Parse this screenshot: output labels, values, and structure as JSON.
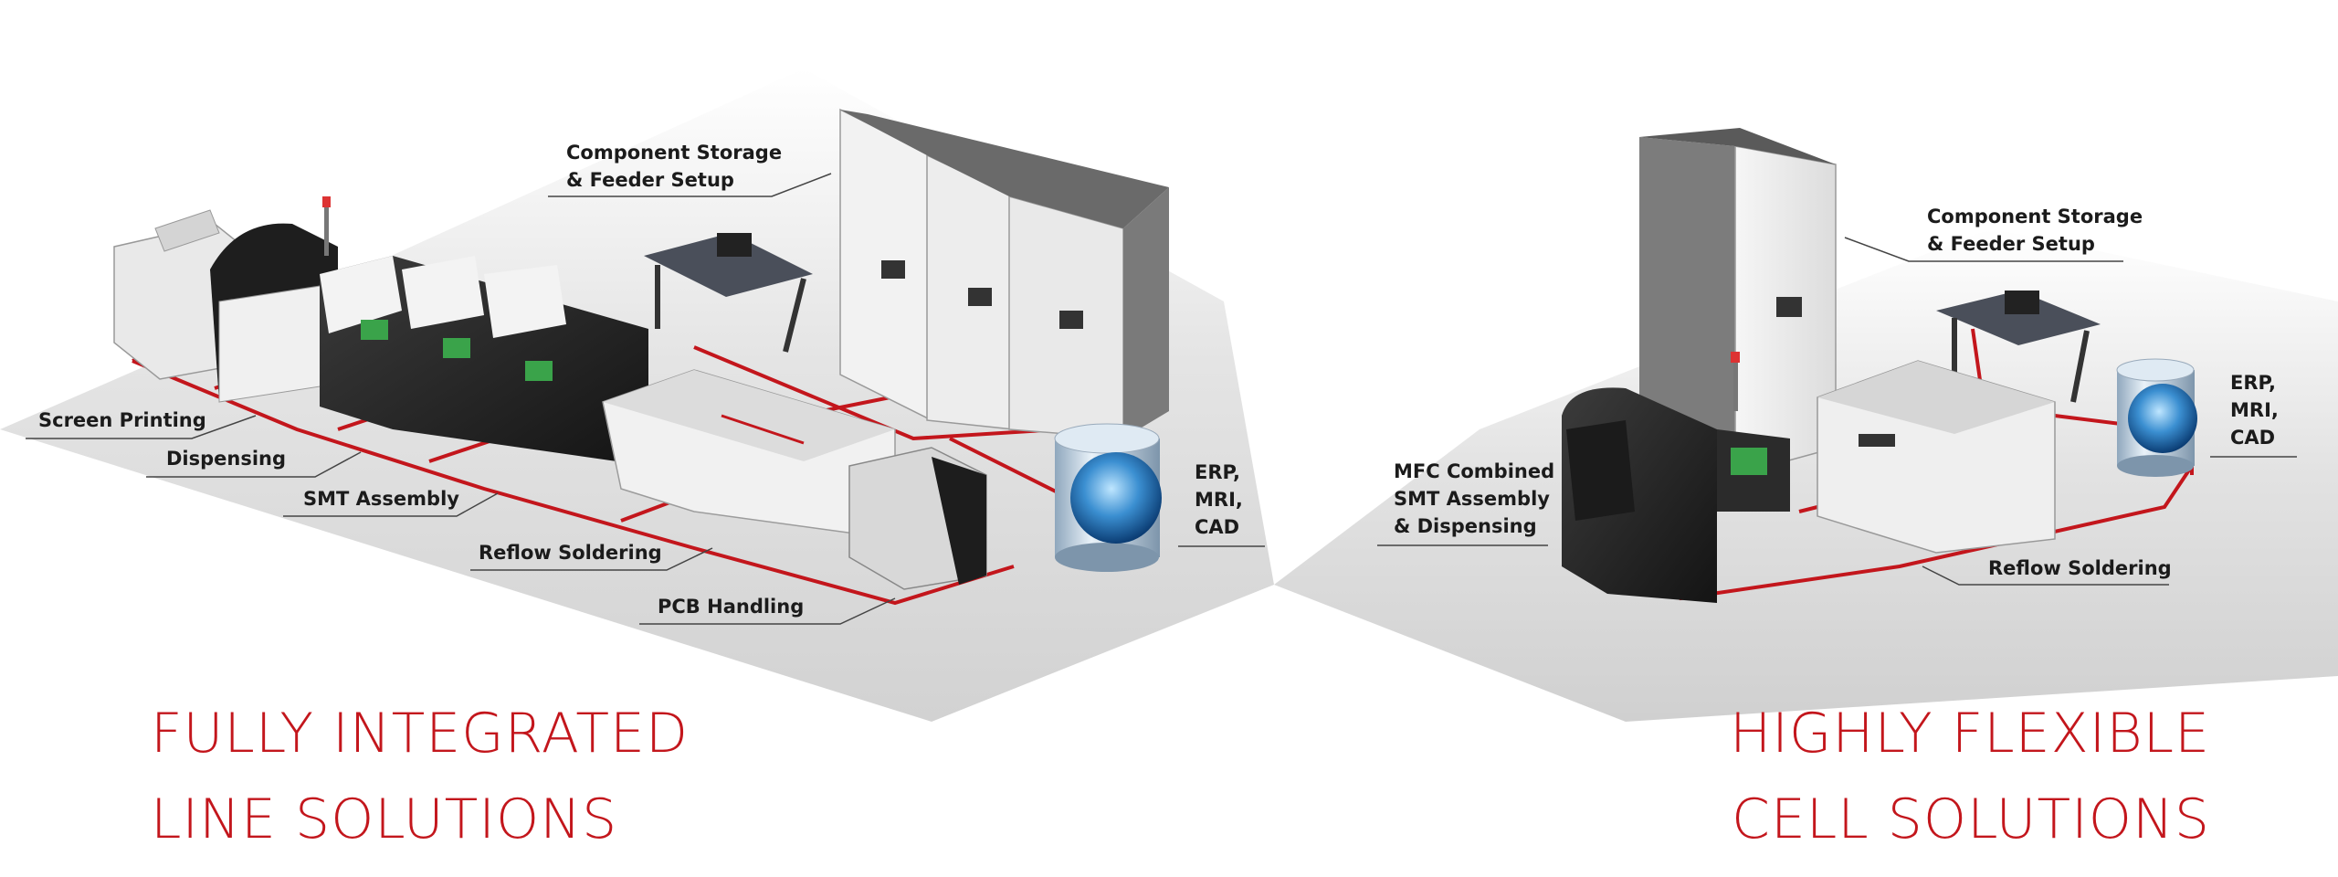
{
  "line_solutions": {
    "heading_line1": "FULLY INTEGRATED",
    "heading_line2": "LINE SOLUTIONS",
    "labels": {
      "component_storage_line1": "Component Storage",
      "component_storage_line2": "& Feeder Setup",
      "screen_printing": "Screen Printing",
      "dispensing": "Dispensing",
      "smt_assembly": "SMT Assembly",
      "reflow_soldering": "Reflow Soldering",
      "pcb_handling": "PCB Handling",
      "erp_line1": "ERP,",
      "erp_line2": "MRI,",
      "erp_line3": "CAD"
    }
  },
  "cell_solutions": {
    "heading_line1": "HIGHLY FLEXIBLE",
    "heading_line2": "CELL SOLUTIONS",
    "labels": {
      "component_storage_line1": "Component Storage",
      "component_storage_line2": "& Feeder Setup",
      "mfc_line1": "MFC Combined",
      "mfc_line2": "SMT Assembly",
      "mfc_line3": "& Dispensing",
      "reflow_soldering": "Reflow Soldering",
      "erp_line1": "ERP,",
      "erp_line2": "MRI,",
      "erp_line3": "CAD"
    }
  },
  "colors": {
    "accent_red": "#c3161c",
    "floor_grey": "#d9d9d9",
    "machine_dark": "#2a2a2a",
    "cabinet_light": "#ececec"
  }
}
